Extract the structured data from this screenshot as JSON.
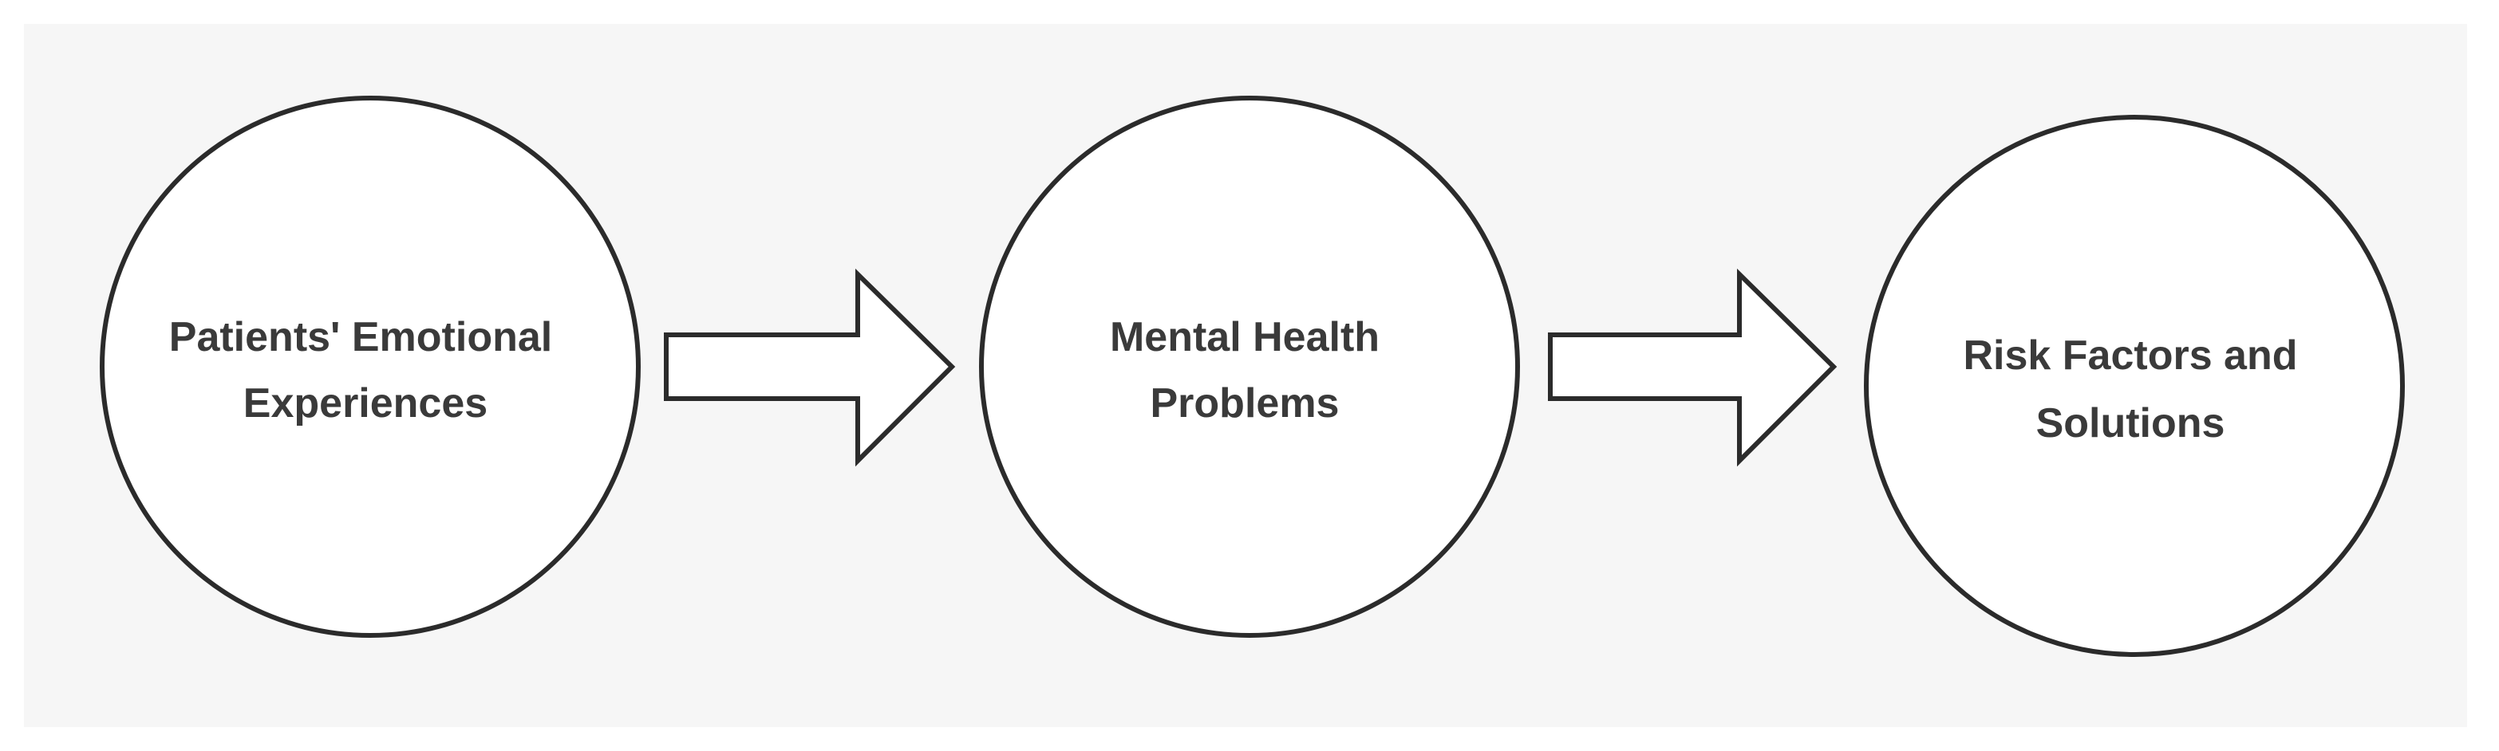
{
  "diagram": {
    "nodes": [
      {
        "id": "patients-emotional-experiences",
        "lines": [
          "Patients' Emotional",
          "Experiences"
        ]
      },
      {
        "id": "mental-health-problems",
        "lines": [
          "Mental Health",
          "Problems"
        ]
      },
      {
        "id": "risk-factors-and-solutions",
        "lines": [
          "Risk Factors and",
          "Solutions"
        ]
      }
    ],
    "edges": [
      {
        "from": "patients-emotional-experiences",
        "to": "mental-health-problems"
      },
      {
        "from": "mental-health-problems",
        "to": "risk-factors-and-solutions"
      }
    ],
    "colors": {
      "panel_background": "#f6f6f6",
      "shape_fill": "#ffffff",
      "shape_stroke": "#2b2b2b",
      "text": "#3a3a3a"
    }
  }
}
